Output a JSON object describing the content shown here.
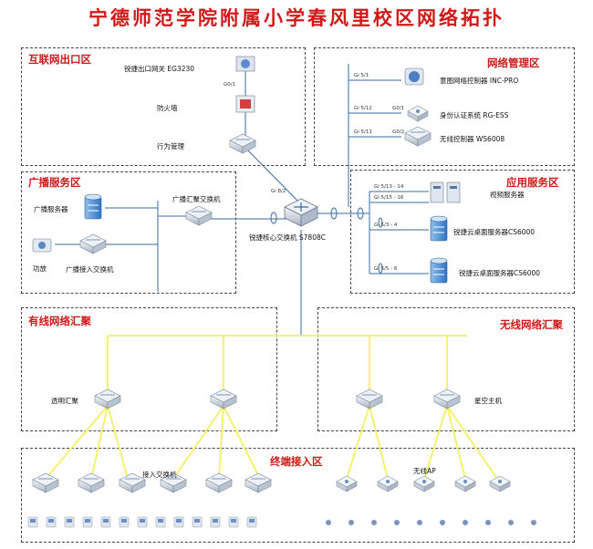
{
  "title": "宁德师范学院附属小学春风里校区网络拓扑",
  "zones": {
    "internet": "互联网出口区",
    "network_mgmt": "网络管理区",
    "broadcast": "广播服务区",
    "application": "应用服务区",
    "wired": "有线网络汇聚",
    "wireless": "无线网络汇聚",
    "terminal": "终端接入区"
  },
  "devices": {
    "gateway": "锐捷出口网关 EG3230",
    "firewall": "防火墙",
    "behavior": "行为管理",
    "core": "锐捷核心交换机 S7808C",
    "inc": "意图网络控制器 INC-PRO",
    "ess": "身份认证系统 RG-ESS",
    "wlc": "无线控制器 WS6008",
    "broadcast_server": "广播服务器",
    "broadcast_agg": "广播汇聚交换机",
    "amp": "功放",
    "broadcast_access": "广播接入交换机",
    "video_server": "视频服务器",
    "cloud1": "锐捷云桌面服务器CS6000",
    "cloud2": "锐捷云桌面服务器CS6000",
    "wired_agg": "透明汇聚",
    "starry": "星空主机",
    "access_switch": "接入交换机",
    "wireless_ap": "无线AP"
  },
  "ports": {
    "g01": "G0/1",
    "gi_core_up": "Gi 8/2",
    "gi51": "Gi 5/1",
    "gi512": "Gi 5/12",
    "gi511": "Gi 5/11",
    "g01b": "G0/1",
    "g02": "G0/2",
    "gi513": "Gi 5/13 - 14",
    "gi515": "Gi 5/15 - 16",
    "gi534": "Gi 5/3 - 4",
    "gi556": "Gi 5/5 - 6"
  },
  "colors": {
    "title": "#d01818",
    "trunk": "#f4f062",
    "link": "#3a6ea5"
  }
}
